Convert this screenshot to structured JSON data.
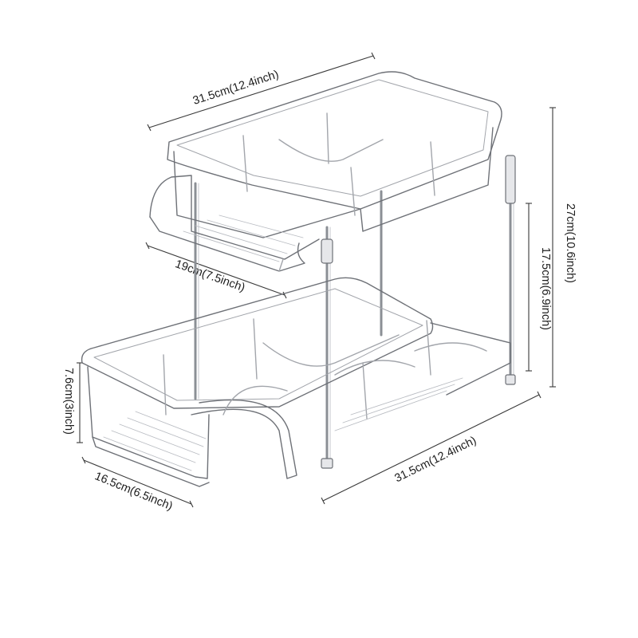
{
  "product": {
    "icon": "two-tier-pull-out-organizer",
    "colors": {
      "outline": "#6e7177",
      "light_outline": "#b9bcc2",
      "frame": "#8b8f95",
      "dim_line": "#3a3a3a",
      "text": "#1c1c1c"
    }
  },
  "dimensions": {
    "top_width": "31.5cm(12.4inch)",
    "overall_height": "27cm(10.6inch)",
    "upper_depth": "19cm(7.5inch)",
    "tier_spacing": "17.5cm(6.9inch)",
    "drawer_height": "7.6cm(3inch)",
    "bottom_depth": "16.5cm(6.5inch)",
    "bottom_width": "31.5cm(12.4inch)"
  }
}
